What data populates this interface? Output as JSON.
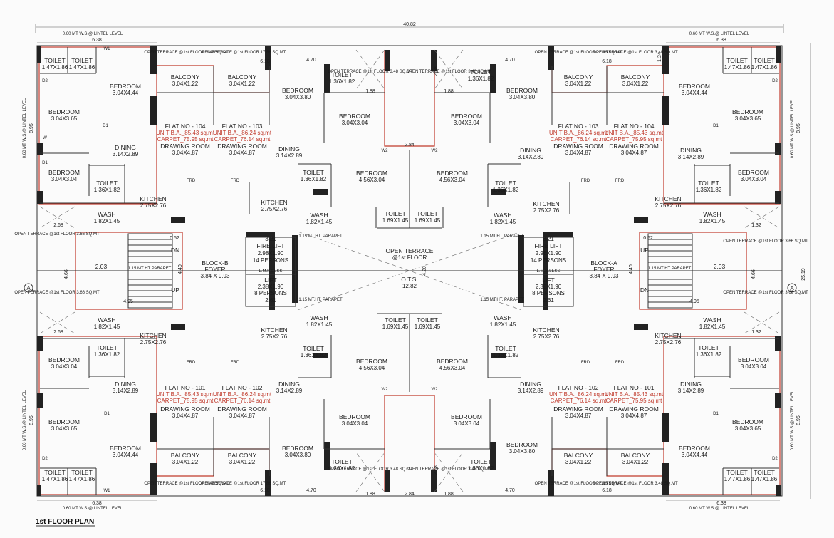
{
  "title": "1st FLOOR PLAN",
  "dims": {
    "overall_width": "40.82",
    "left_wing": "6.38",
    "right_wing": "6.38",
    "overall_depth": "25.19",
    "wing_depth": "8.95",
    "stair_w": "2.03",
    "foyer_h": "4.40",
    "lift_w": "3.21",
    "lift_w2": "2.61",
    "ots_h": "4.20",
    "center_2_84": "2.84",
    "side_1_88": "1.88",
    "d_4_66": "4.66",
    "d_4_95": "4.95",
    "d_2_68": "2.68",
    "d_0_52": "0.52",
    "d_1_32": "1.32",
    "d_4_70": "4.70",
    "d_6_18": "6.18",
    "d_2_58": "2.58",
    "d_1_24": "1.24"
  },
  "levels": {
    "lintel": "0.60 MT W.S.@ LINTEL LEVEL",
    "parapet": "1.15 MT HT PARAPET",
    "parapet2": "1.15 MT.HT. PARAPET"
  },
  "flats": {
    "f104": {
      "no": "FLAT NO - 104",
      "ba": "UNIT B.A._85.43 sq.mt",
      "carpet": "CARPET_75.95 sq.mt"
    },
    "f103": {
      "no": "FLAT NO - 103",
      "ba": "UNIT B.A._86.24 sq.mt",
      "carpet": "CARPET_76.14 sq.mt"
    },
    "f101": {
      "no": "FLAT NO - 101",
      "ba": "UNIT B.A._85.43 sq.mt",
      "carpet": "CARPET_75.95 sq.mt"
    },
    "f102": {
      "no": "FLAT NO - 102",
      "ba": "UNIT B.A._86.24 sq.mt",
      "carpet": "CARPET_76.14 sq.mt"
    }
  },
  "rooms": {
    "toilet": "TOILET",
    "t_147": "1.47X1.86",
    "t_136": "1.36X1.82",
    "t_169": "1.69X1.45",
    "bedroom": "BEDROOM",
    "b_304_444": "3.04X4.44",
    "b_304_365": "3.04X3.65",
    "b_304_304": "3.04X3.04",
    "b_304_380": "3.04X3.80",
    "b_456_304": "4.56X3.04",
    "balcony": "BALCONY",
    "bal": "3.04X1.22",
    "dining": "DINING",
    "din": "3.14X2.89",
    "drawing": "DRAWING ROOM",
    "drw": "3.04X4.87",
    "kitchen": "KITCHEN",
    "kit": "2.75X2.76",
    "wash": "WASH",
    "wsh": "1.82X1.45",
    "fire_lift": "FIRE LIFT",
    "fire_lift_size": "2.98X1.90",
    "fire_lift_size2": "2.96X1.90",
    "persons14": "14 PERSONS",
    "lift": "LIFT",
    "lift_size": "2.38X1.90",
    "persons8": "8 PERSONS",
    "lmr": "L.M.R.LESS",
    "foyer_b": "BLOCK-B",
    "foyer_a": "BLOCK-A",
    "foyer": "FOYER",
    "foyer_size": "3.84 X 9.93",
    "open_terrace": "OPEN TERRACE",
    "at_1st": "@1st FLOOR",
    "ots": "O.T.S.",
    "ots_v": "12.82",
    "ot_small": "OPEN TERRACE @1st FLOOR 3.48 SQ.MT",
    "ot_small2": "OPEN TERRACE @1st FLOOR 17.86 SQ.MT",
    "ot_small3": "OPEN TERRACE @1st FLOOR 3.66 SQ.MT",
    "up": "UP",
    "dn": "DN",
    "frd": "FRD"
  },
  "door_tags": {
    "d1": "D1",
    "d2": "D2",
    "w": "W",
    "w1": "W1",
    "w2": "W2",
    "v": "V"
  },
  "grid": {
    "a": "A"
  }
}
